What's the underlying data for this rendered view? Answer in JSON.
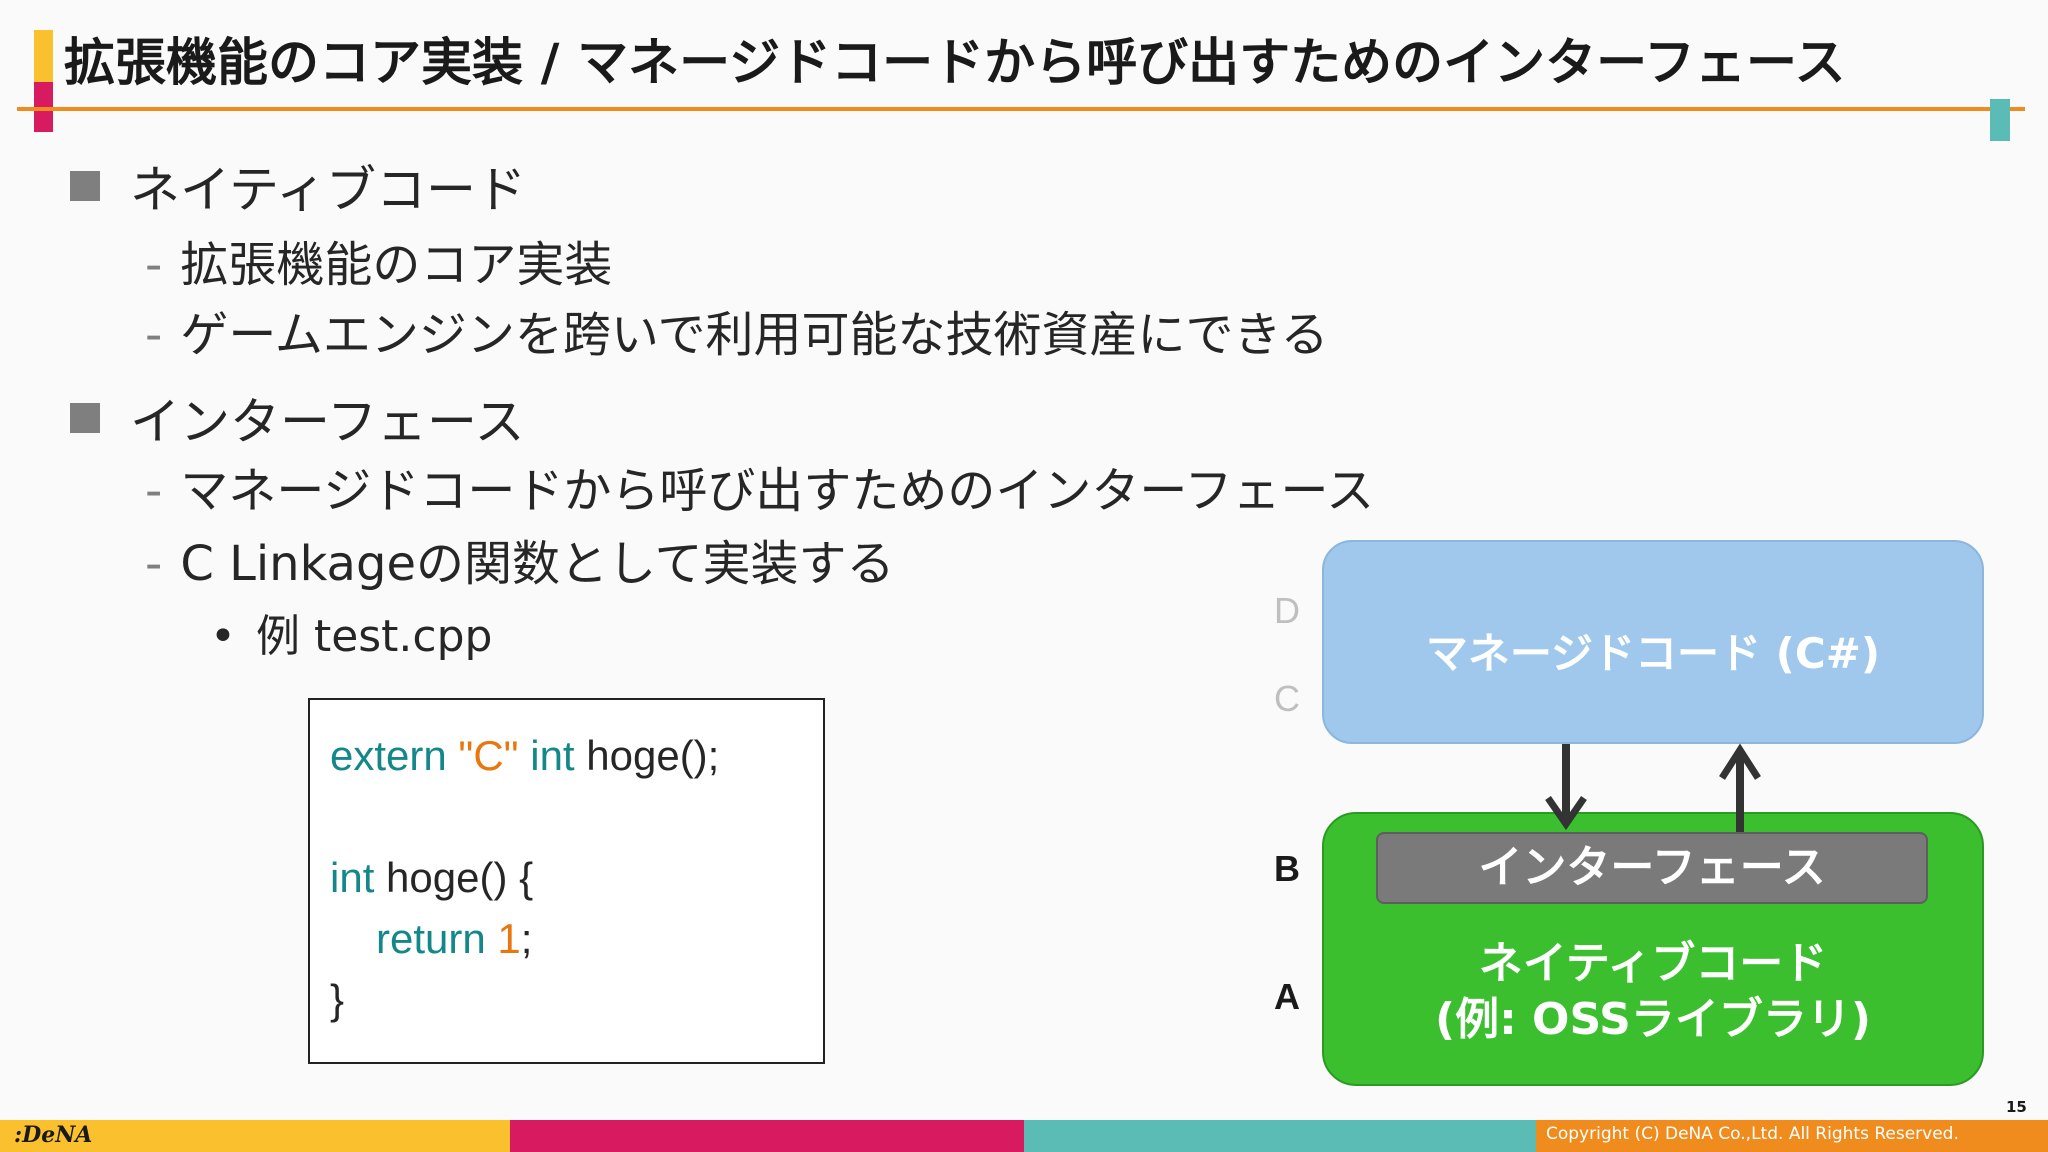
{
  "slide": {
    "title": "拡張機能のコア実装 / マネージドコードから呼び出すためのインターフェース",
    "page_number": "15",
    "copyright": "Copyright (C) DeNA Co.,Ltd. All Rights Reserved.",
    "logo_text": ":DeNA"
  },
  "bullets": {
    "native": {
      "heading": "ネイティブコード",
      "items": [
        "拡張機能のコア実装",
        "ゲームエンジンを跨いで利用可能な技術資産にできる"
      ]
    },
    "interface": {
      "heading": "インターフェース",
      "items": [
        "マネージドコードから呼び出すためのインターフェース",
        "C Linkageの関数として実装する"
      ],
      "sub_item": "例 test.cpp"
    },
    "dash": "-",
    "dot": "•"
  },
  "code": {
    "line1": {
      "kw1": "extern",
      "str": "\"C\"",
      "kw2": "int",
      "rest": "hoge();"
    },
    "line3": {
      "kw": "int",
      "rest": "hoge() {"
    },
    "line4": {
      "kw": "return",
      "num": "1",
      "rest": ";"
    },
    "line5": "}"
  },
  "diagram": {
    "labels": {
      "d": "D",
      "c": "C",
      "b": "B",
      "a": "A"
    },
    "managed": "マネージドコード (C#)",
    "interface": "インターフェース",
    "native_line1": "ネイティブコード",
    "native_line2": "(例: OSSライブラリ)"
  },
  "colors": {
    "managed_box": "#9fc8ec",
    "native_box": "#3cbf2f",
    "interface_bar": "#7a7a7a",
    "code_keyword": "#13878a",
    "code_literal": "#e8770e",
    "footer": [
      "#fbc02d",
      "#d81b60",
      "#5bbcb6",
      "#f08c1e"
    ]
  }
}
